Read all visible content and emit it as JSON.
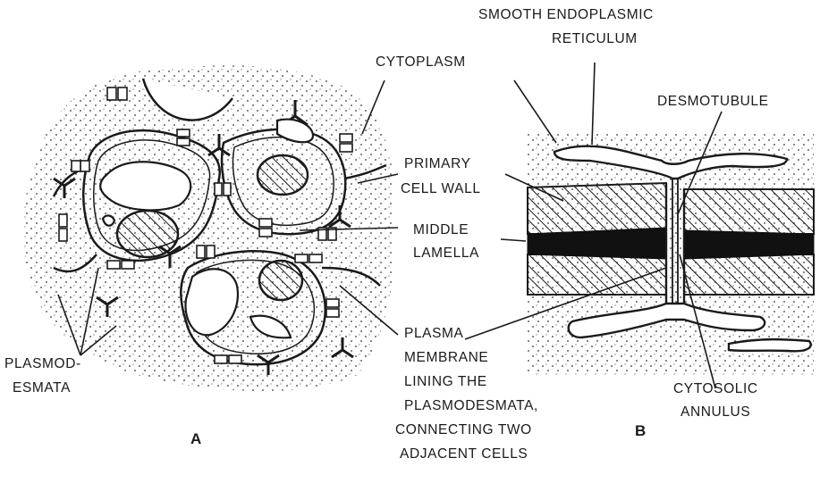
{
  "panel_a": {
    "label": "A",
    "callouts": {
      "cytoplasm": "CYTOPLASM",
      "primary_cell_wall_1": "PRIMARY",
      "primary_cell_wall_2": "CELL WALL",
      "middle_lamella_1": "MIDDLE",
      "middle_lamella_2": "LAMELLA",
      "plasmodesmata_1": "PLASMOD-",
      "plasmodesmata_2": "ESMATA",
      "plasma_membrane_1": "PLASMA",
      "plasma_membrane_2": "MEMBRANE",
      "plasma_membrane_3": "LINING THE",
      "plasma_membrane_4": "PLASMODESMATA,",
      "plasma_membrane_5": "CONNECTING TWO",
      "plasma_membrane_6": "ADJACENT CELLS"
    }
  },
  "panel_b": {
    "label": "B",
    "callouts": {
      "smooth_er_1": "SMOOTH ENDOPLASMIC",
      "smooth_er_2": "RETICULUM",
      "desmotubule": "DESMOTUBULE",
      "cytosolic_annulus_1": "CYTOSOLIC",
      "cytosolic_annulus_2": "ANNULUS"
    }
  },
  "colors": {
    "ink": "#1a1a1a",
    "paper": "#ffffff"
  }
}
